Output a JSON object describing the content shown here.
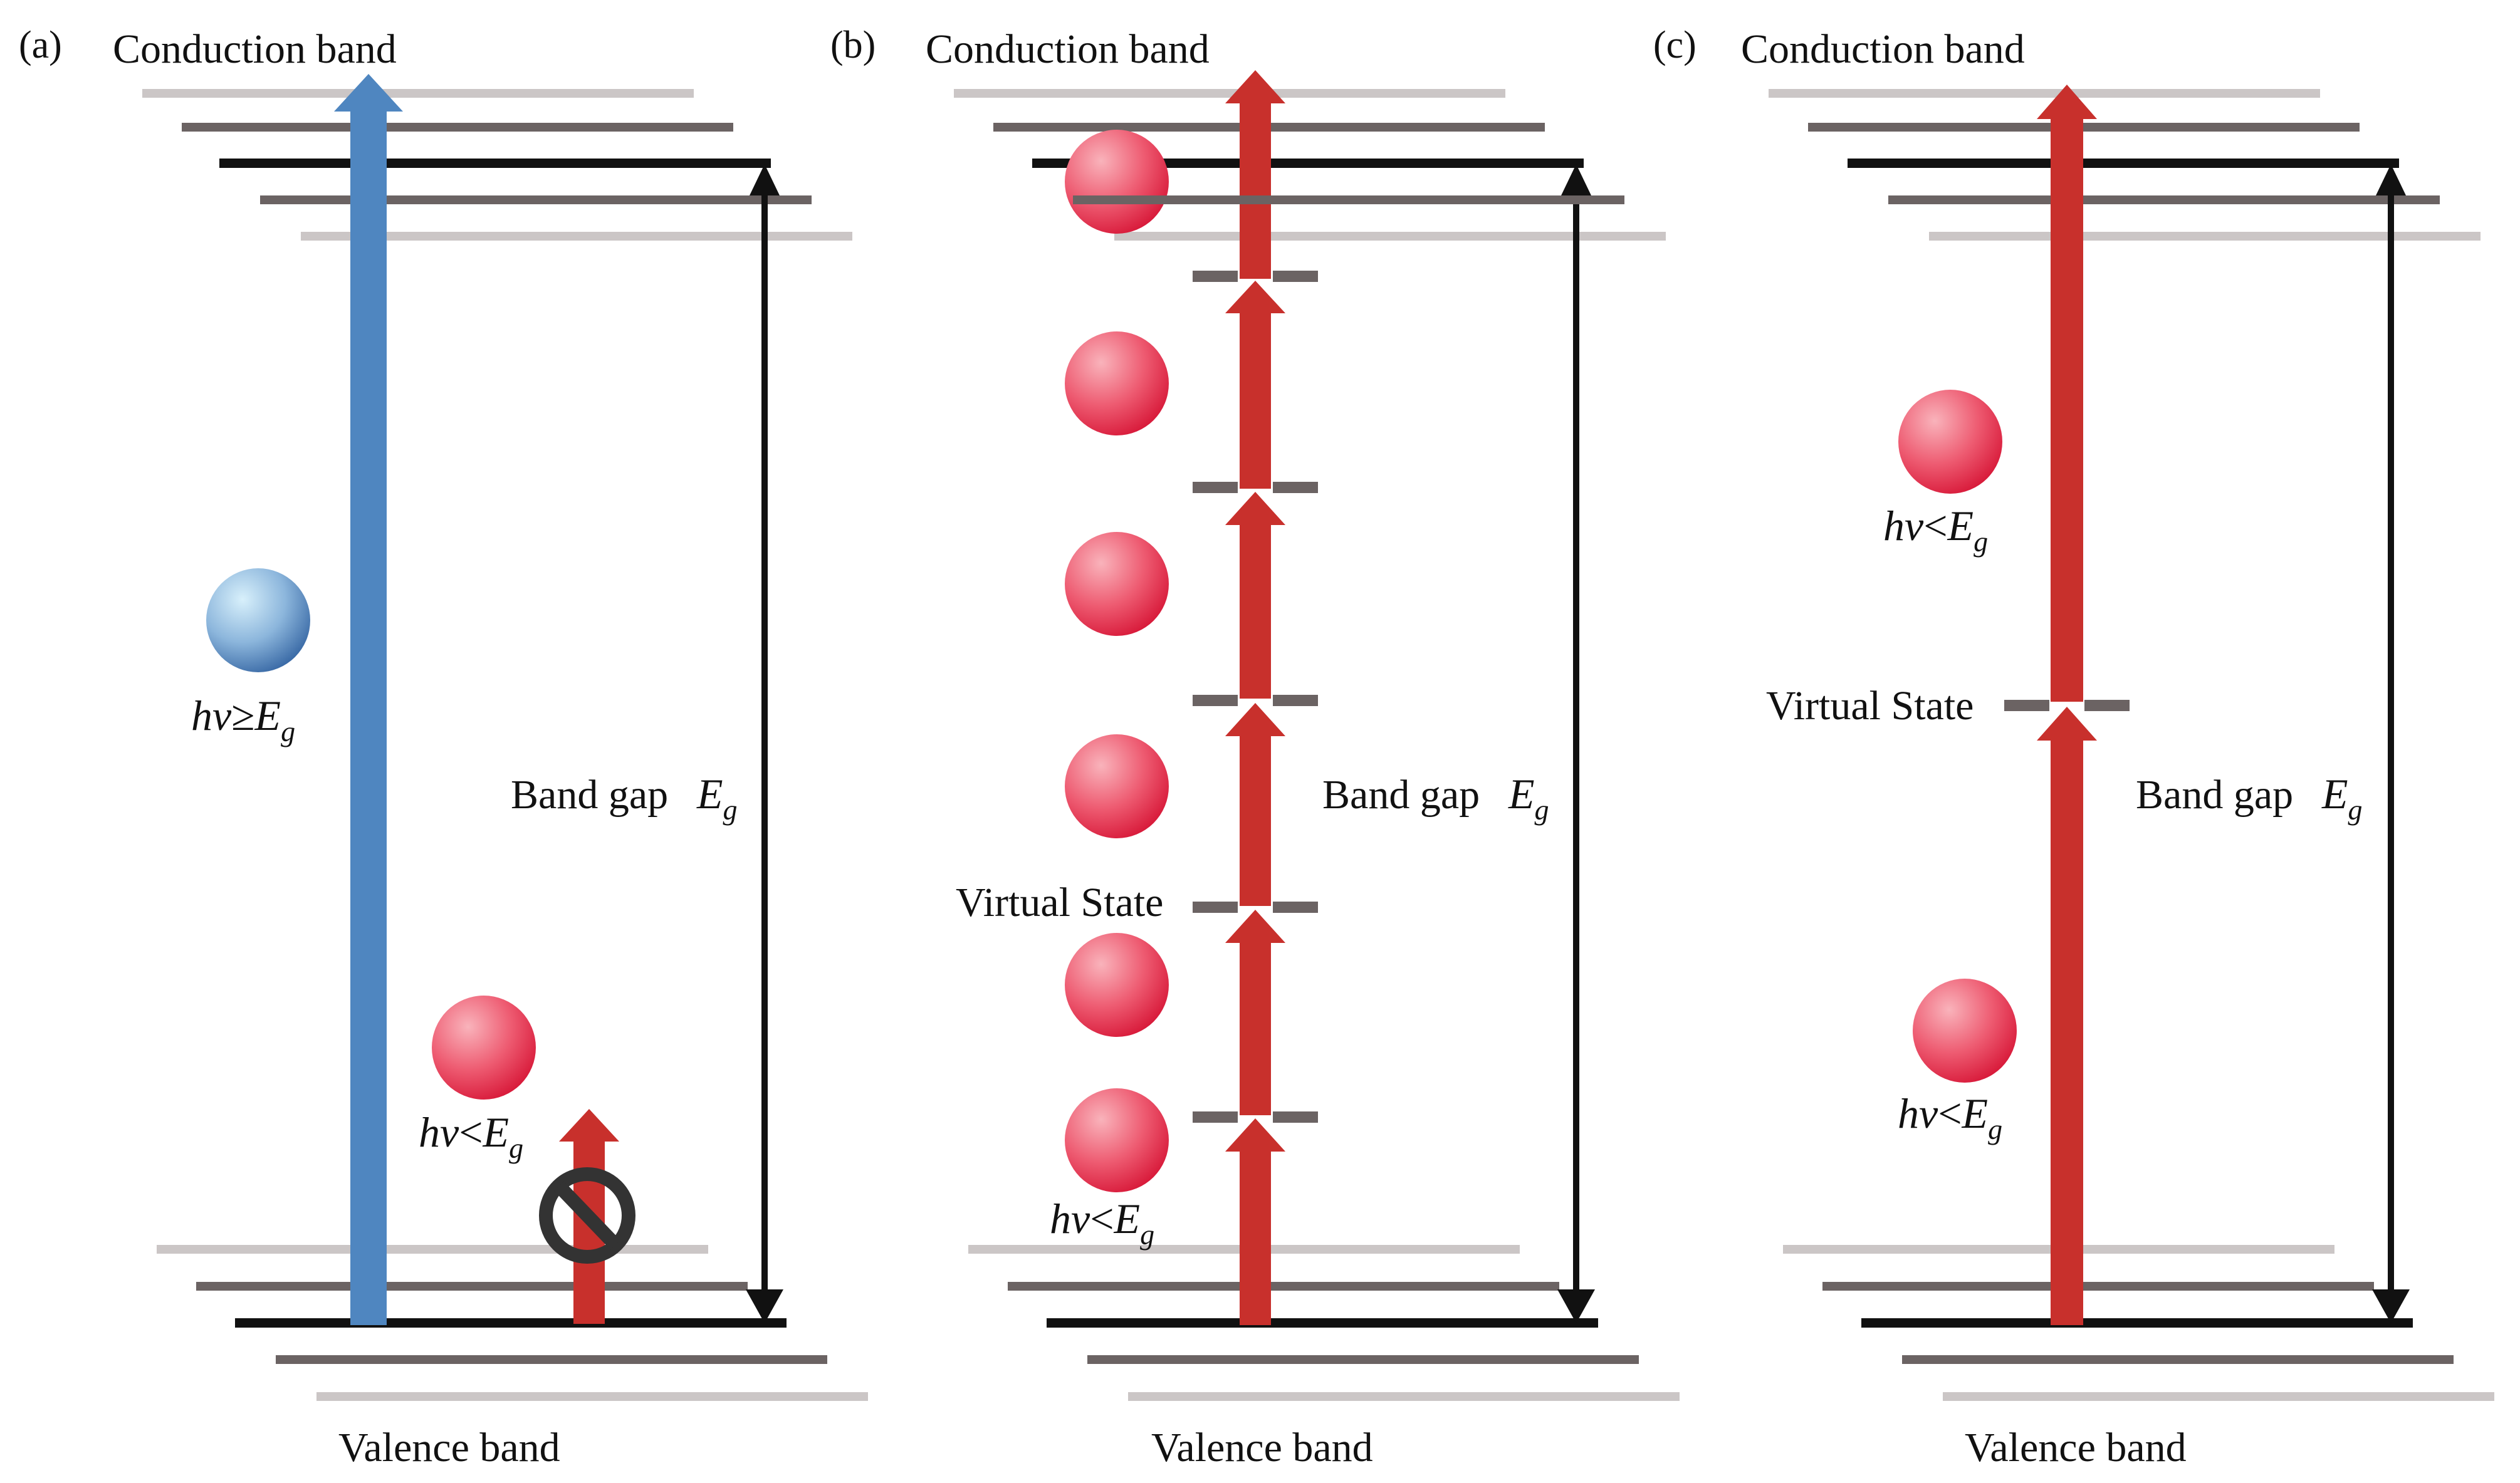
{
  "figure": {
    "panels": [
      {
        "id": "a",
        "letter": "(a)",
        "conduction_label": "Conduction band",
        "valence_label": "Valence band",
        "gap_label": "Band gap",
        "gap_symbol": "E",
        "gap_subscript": "g",
        "virtual_state_label": "",
        "photons": [
          {
            "color": "blue",
            "h": "hv",
            "rel": "≥",
            "E": "E",
            "sub": "g"
          },
          {
            "color": "red",
            "h": "hv",
            "rel": "<",
            "E": "E",
            "sub": "g",
            "blocked": true
          }
        ]
      },
      {
        "id": "b",
        "letter": "(b)",
        "conduction_label": "Conduction band",
        "valence_label": "Valence band",
        "gap_label": "Band gap",
        "gap_symbol": "E",
        "gap_subscript": "g",
        "virtual_state_label": "Virtual State",
        "photon_count": 6,
        "photon_label": {
          "h": "hv",
          "rel": "<",
          "E": "E",
          "sub": "g"
        }
      },
      {
        "id": "c",
        "letter": "(c)",
        "conduction_label": "Conduction band",
        "valence_label": "Valence band",
        "gap_label": "Band gap",
        "gap_symbol": "E",
        "gap_subscript": "g",
        "virtual_state_label": "Virtual State",
        "photon_count": 2,
        "photon_labels": [
          {
            "h": "hv",
            "rel": "<",
            "E": "E",
            "sub": "g"
          },
          {
            "h": "hv",
            "rel": "<",
            "E": "E",
            "sub": "g"
          }
        ]
      }
    ],
    "colors": {
      "blue_arrow": "#4f86c0",
      "red_arrow": "#c8302c",
      "band_light": "#cbc6c6",
      "band_dark": "#6b6363",
      "band_black": "#111111",
      "forbidden": "#333333"
    }
  }
}
